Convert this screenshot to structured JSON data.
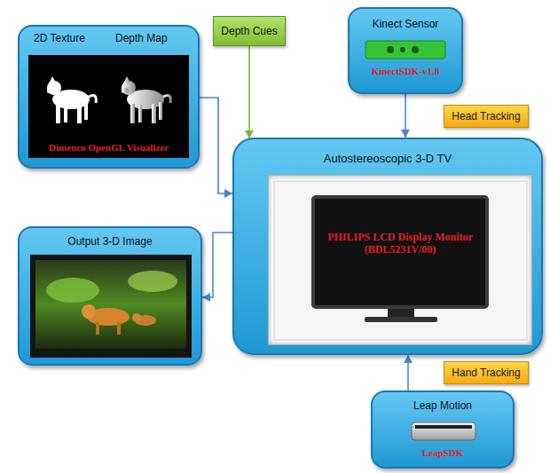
{
  "diagram": {
    "nodes": [
      {
        "text": [
          "2D Texture",
          "Depth Map",
          "Dimenco OpenGL Visualizer"
        ]
      },
      {
        "text": [
          "Depth Cues"
        ]
      },
      {
        "text": [
          "Kinect Sensor",
          "KinectSDK-v1.8"
        ]
      },
      {
        "text": [
          "Autostereoscopic 3-D TV"
        ]
      },
      {
        "text": [
          "PHILIPS LCD Display Monitor (BDL5231V/00)"
        ],
        "in": 3
      },
      {
        "text": [
          "Output 3-D Image"
        ]
      },
      {
        "text": [
          "Leap Motion",
          "LeapSDK"
        ]
      }
    ],
    "edges": [
      {
        "from": 0,
        "to": 3,
        "arrow": "to"
      },
      {
        "from": 1,
        "to": 3,
        "arrow": "to"
      },
      {
        "from": 2,
        "to": 3,
        "label": "Head Tracking",
        "arrow": "to"
      },
      {
        "from": 3,
        "to": 5,
        "arrow": "to"
      },
      {
        "from": 6,
        "to": 3,
        "label": "Hand Tracking",
        "arrow": "to"
      }
    ]
  }
}
